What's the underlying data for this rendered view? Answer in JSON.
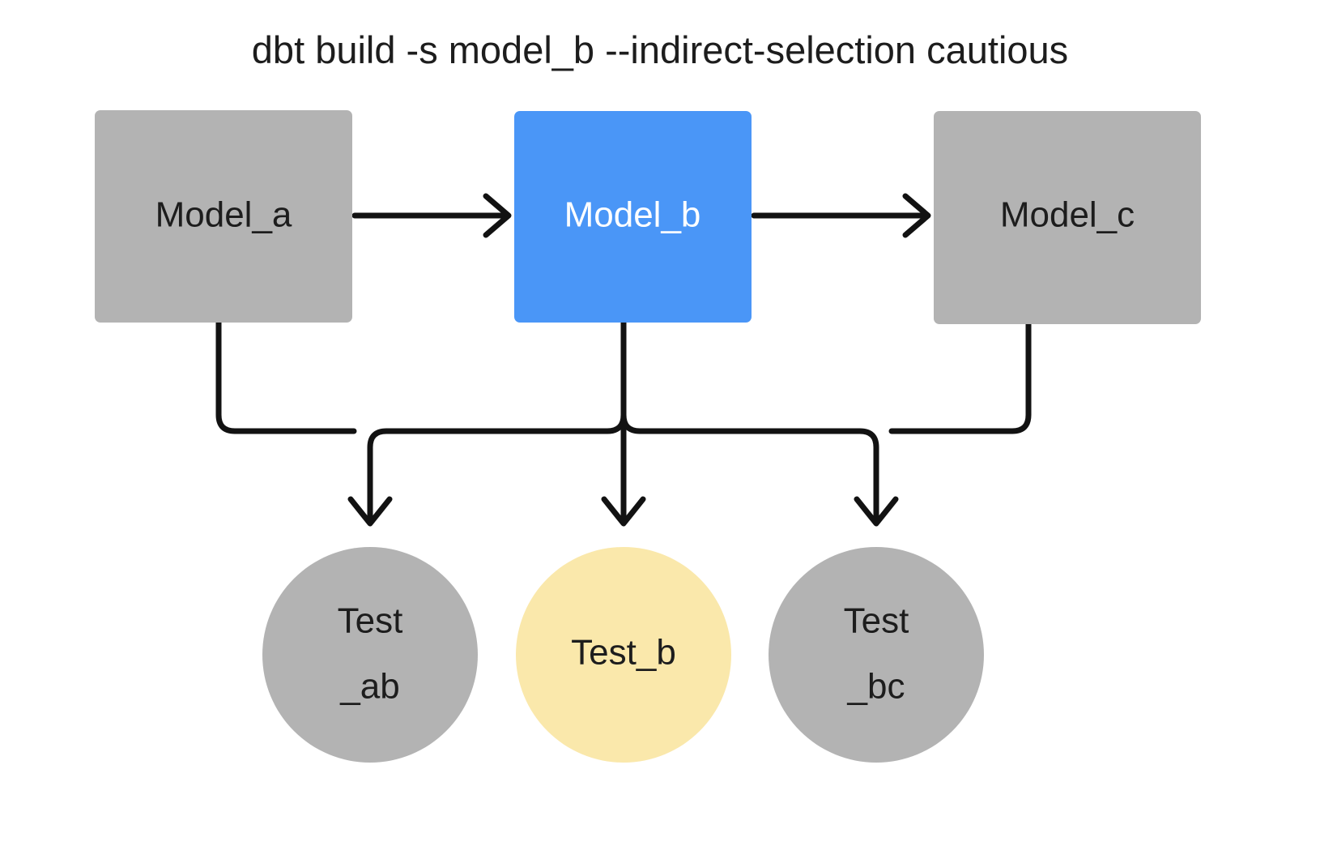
{
  "diagram": {
    "title": "dbt build -s model_b --indirect-selection cautious",
    "background_color": "#ffffff",
    "edge_color": "#121212",
    "colors": {
      "gray_node": "#b3b3b3",
      "selected_blue": "#4a96f7",
      "highlight_yellow": "#fae8ab",
      "text_dark": "#1d1d1d",
      "text_light": "#ffffff"
    },
    "models": [
      {
        "id": "model-a",
        "label": "Model_a",
        "shape": "rect",
        "fill": "#b3b3b3",
        "text_color": "#1d1d1d",
        "selected": false
      },
      {
        "id": "model-b",
        "label": "Model_b",
        "shape": "rect",
        "fill": "#4a96f7",
        "text_color": "#ffffff",
        "selected": true
      },
      {
        "id": "model-c",
        "label": "Model_c",
        "shape": "rect",
        "fill": "#b3b3b3",
        "text_color": "#1d1d1d",
        "selected": false
      }
    ],
    "tests": [
      {
        "id": "test-ab",
        "label_line1": "Test",
        "label_line2": "_ab",
        "shape": "circle",
        "fill": "#b3b3b3",
        "text_color": "#1d1d1d",
        "selected": false
      },
      {
        "id": "test-b",
        "label_line1": "Test_b",
        "label_line2": "",
        "shape": "circle",
        "fill": "#fae8ab",
        "text_color": "#1d1d1d",
        "selected": true
      },
      {
        "id": "test-bc",
        "label_line1": "Test",
        "label_line2": "_bc",
        "shape": "circle",
        "fill": "#b3b3b3",
        "text_color": "#1d1d1d",
        "selected": false
      }
    ],
    "edges": [
      {
        "id": "edge-a-to-b",
        "from": "model-a",
        "to": "model-b",
        "style": "arrow-right"
      },
      {
        "id": "edge-b-to-c",
        "from": "model-b",
        "to": "model-c",
        "style": "arrow-right"
      },
      {
        "id": "edge-a-to-test-ab",
        "from": "model-a",
        "to": "test-ab",
        "style": "orthogonal-down"
      },
      {
        "id": "edge-b-to-test-ab",
        "from": "model-b",
        "to": "test-ab",
        "style": "orthogonal-down"
      },
      {
        "id": "edge-b-to-test-b",
        "from": "model-b",
        "to": "test-b",
        "style": "straight-down"
      },
      {
        "id": "edge-b-to-test-bc",
        "from": "model-b",
        "to": "test-bc",
        "style": "orthogonal-down"
      },
      {
        "id": "edge-c-to-test-bc",
        "from": "model-c",
        "to": "test-bc",
        "style": "orthogonal-down"
      }
    ]
  }
}
